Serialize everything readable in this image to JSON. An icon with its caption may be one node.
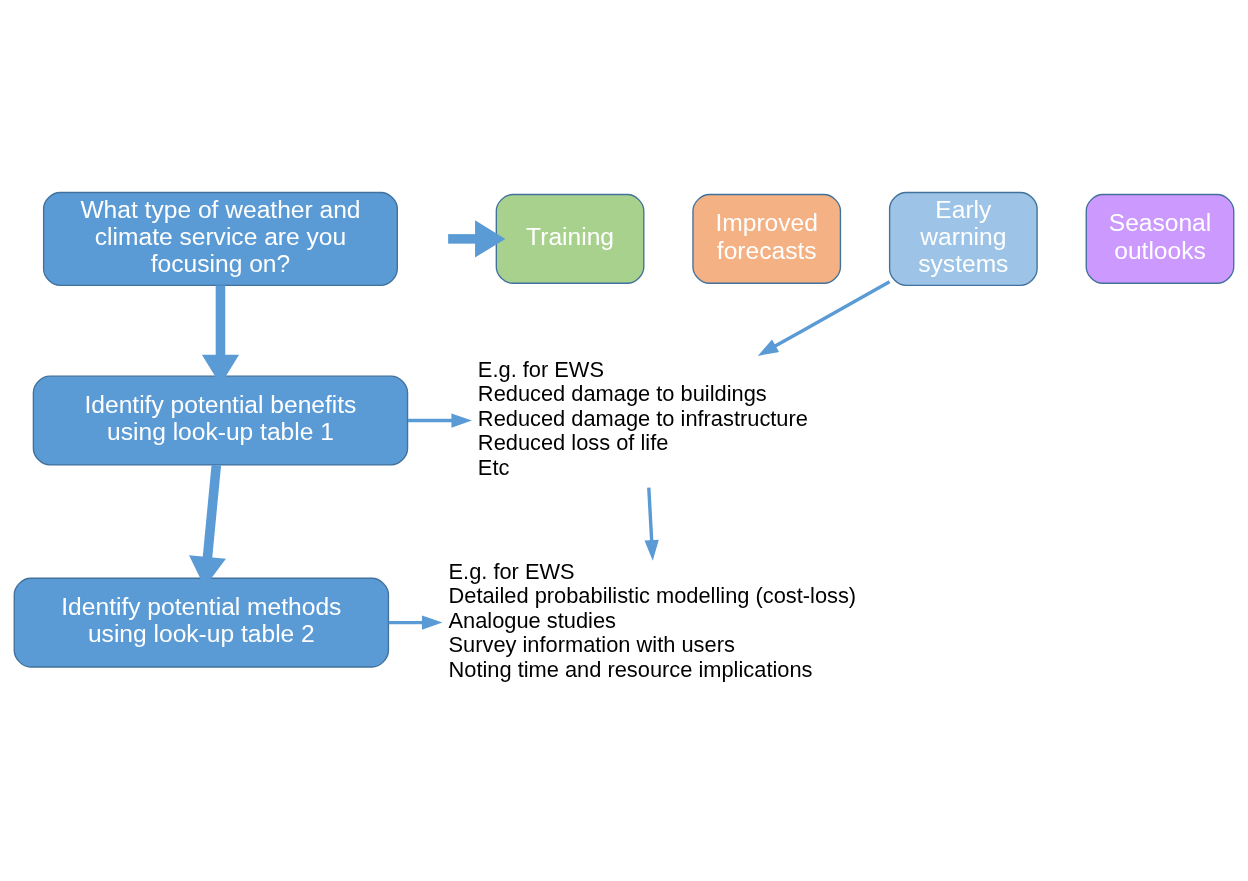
{
  "diagram": {
    "nodes": [
      {
        "text": [
          "What type of weather and climate service are you focusing on?"
        ]
      },
      {
        "text": [
          "Training"
        ]
      },
      {
        "text": [
          "Improved forecasts"
        ]
      },
      {
        "text": [
          "Early warning systems"
        ]
      },
      {
        "text": [
          "Seasonal outlooks"
        ]
      },
      {
        "text": [
          "Identify potential benefits using look-up table 1"
        ]
      },
      {
        "text": [
          "E.g. for EWS",
          "Reduced damage to buildings",
          "Reduced damage to infrastructure",
          "Reduced loss of life",
          "Etc"
        ]
      },
      {
        "text": [
          "Identify potential methods using look-up table 2"
        ]
      },
      {
        "text": [
          "E.g. for EWS",
          "Detailed probabilistic modelling (cost-loss)",
          "Analogue studies",
          "Survey information with users",
          "Noting time and resource implications"
        ]
      }
    ],
    "edges": [
      {
        "from": 0,
        "to": 5,
        "arrow": "to",
        "style": "thick"
      },
      {
        "from": null,
        "to": 1,
        "arrow": "to",
        "style": "thick"
      },
      {
        "from": 3,
        "to": 6,
        "arrow": "to"
      },
      {
        "from": 5,
        "to": 6,
        "arrow": "to"
      },
      {
        "from": 5,
        "to": 7,
        "arrow": "to",
        "style": "thick"
      },
      {
        "from": 6,
        "to": 8,
        "arrow": "to"
      },
      {
        "from": 7,
        "to": 8,
        "arrow": "to"
      }
    ]
  }
}
